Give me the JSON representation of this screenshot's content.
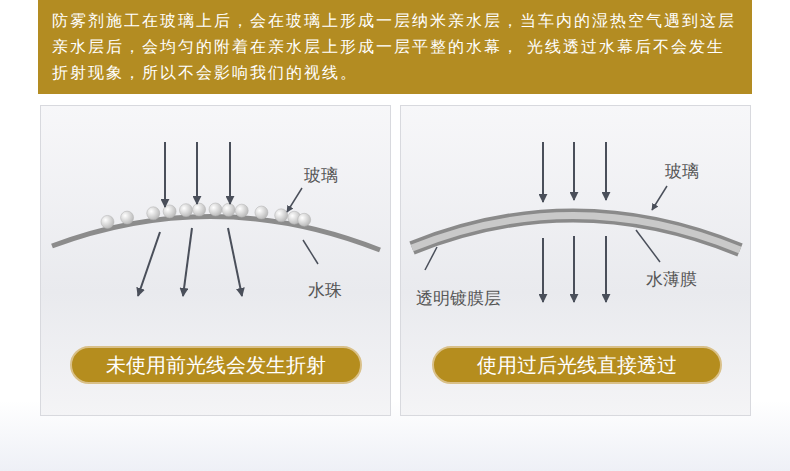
{
  "diagram": {
    "nodes": [
      {
        "text": [
          "防雾剂施工在玻璃上后，会在玻璃上形成一层纳米亲水层，当车内的湿热空气遇到这层亲水层后，会均匀的附着在亲水层上形成一层平整的水幕， 光线透过水幕后不会发生折射现象，所以不会影响我们的视线。"
        ]
      },
      {
        "text": [
          "未使用前光线会发生折射"
        ]
      },
      {
        "text": [
          "使用过后光线直接透过"
        ]
      }
    ],
    "labels": [
      "玻璃",
      "水珠",
      "玻璃",
      "透明镀膜层",
      "水薄膜"
    ]
  }
}
